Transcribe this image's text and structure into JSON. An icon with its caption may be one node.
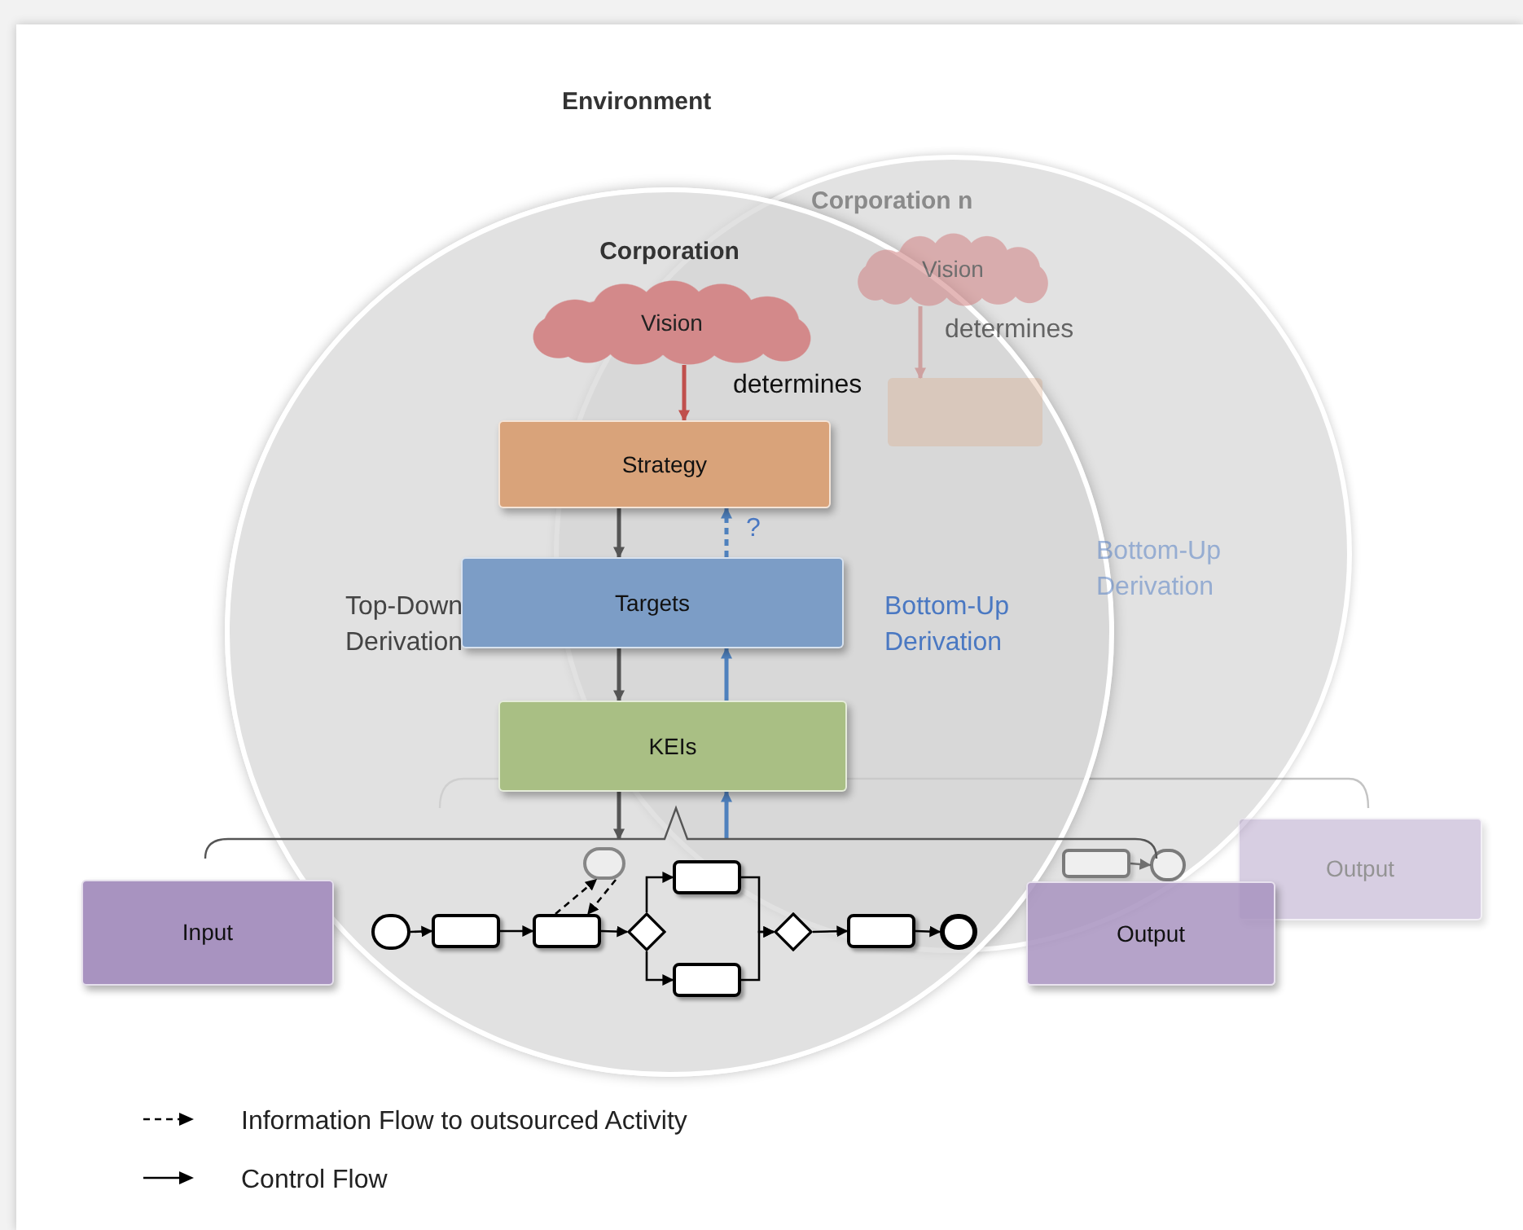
{
  "diagram": {
    "nodes": [
      {
        "text": [
          "Vision"
        ],
        "in": 2
      },
      {
        "text": [
          "Output"
        ]
      },
      {
        "text": [
          "Corporation"
        ]
      },
      {
        "text": [
          "Vision"
        ],
        "in": 2
      },
      {
        "text": [
          "Strategy"
        ],
        "in": 2
      },
      {
        "text": [
          "Targets"
        ],
        "in": 2
      },
      {
        "text": [
          "KEIs"
        ],
        "in": 2
      },
      {
        "text": [
          "Input"
        ]
      },
      {
        "text": [
          "Output"
        ]
      },
      {
        "text": [],
        "shape": "brace"
      },
      {
        "text": [],
        "shape": "circle",
        "in": 2
      },
      {
        "text": [],
        "shape": "box",
        "in": 2
      },
      {
        "text": [],
        "shape": "box",
        "in": 2
      },
      {
        "text": [],
        "shape": "diamond",
        "in": 2
      },
      {
        "text": [],
        "shape": "box",
        "in": 2
      },
      {
        "text": [],
        "shape": "box",
        "in": 2
      },
      {
        "text": [],
        "shape": "diamond",
        "in": 2
      },
      {
        "text": [],
        "shape": "box",
        "in": 2
      },
      {
        "text": [],
        "shape": "circle",
        "in": 2
      },
      {
        "text": [],
        "shape": "box"
      },
      {
        "text": [],
        "shape": "circle"
      },
      {
        "text": [],
        "shape": "box",
        "in": 2
      },
      {
        "text": [],
        "shape": "circle",
        "in": 2
      }
    ],
    "edges": [
      {
        "from": 0,
        "to": 21,
        "arrow": "to",
        "label": "determines",
        "color": "#c0504d"
      },
      {
        "from": 3,
        "to": 4,
        "arrow": "to",
        "label": "determines",
        "color": "#c0504d"
      },
      {
        "from": 4,
        "to": 5,
        "arrow": "to",
        "color": "#555555"
      },
      {
        "from": 5,
        "to": 4,
        "arrow": "to",
        "style": "dashed",
        "color": "#4f81bd",
        "label": "?"
      },
      {
        "from": 5,
        "to": 6,
        "arrow": "to",
        "color": "#555555"
      },
      {
        "from": 6,
        "to": 5,
        "arrow": "to",
        "color": "#4f81bd"
      },
      {
        "from": 6,
        "to": 9,
        "arrow": "to",
        "color": "#555555"
      },
      {
        "from": 9,
        "to": 6,
        "arrow": "to",
        "color": "#4f81bd"
      },
      {
        "from": 10,
        "to": 11,
        "arrow": "to"
      },
      {
        "from": 11,
        "to": 12,
        "arrow": "to"
      },
      {
        "from": 12,
        "to": 13,
        "arrow": "to"
      },
      {
        "from": 13,
        "to": 14,
        "arrow": "to"
      },
      {
        "from": 13,
        "to": 15,
        "arrow": "to"
      },
      {
        "from": 14,
        "to": 16,
        "arrow": "to"
      },
      {
        "from": 15,
        "to": 16,
        "arrow": "to"
      },
      {
        "from": 16,
        "to": 17,
        "arrow": "to"
      },
      {
        "from": 17,
        "to": 18,
        "arrow": "to"
      },
      {
        "from": 12,
        "to": 22,
        "arrow": "to",
        "style": "dashed"
      },
      {
        "from": 22,
        "to": 12,
        "arrow": "to",
        "style": "dashed"
      },
      {
        "from": 19,
        "to": 20,
        "arrow": "to"
      }
    ],
    "labels": [
      "Environment",
      "Corporation n",
      "Top-Down Derivation",
      "Bottom-Up Derivation",
      "Bottom-Up Derivation"
    ],
    "legend": [
      {
        "text": "Information Flow to outsourced Activity"
      },
      {
        "text": "Control Flow"
      }
    ]
  }
}
